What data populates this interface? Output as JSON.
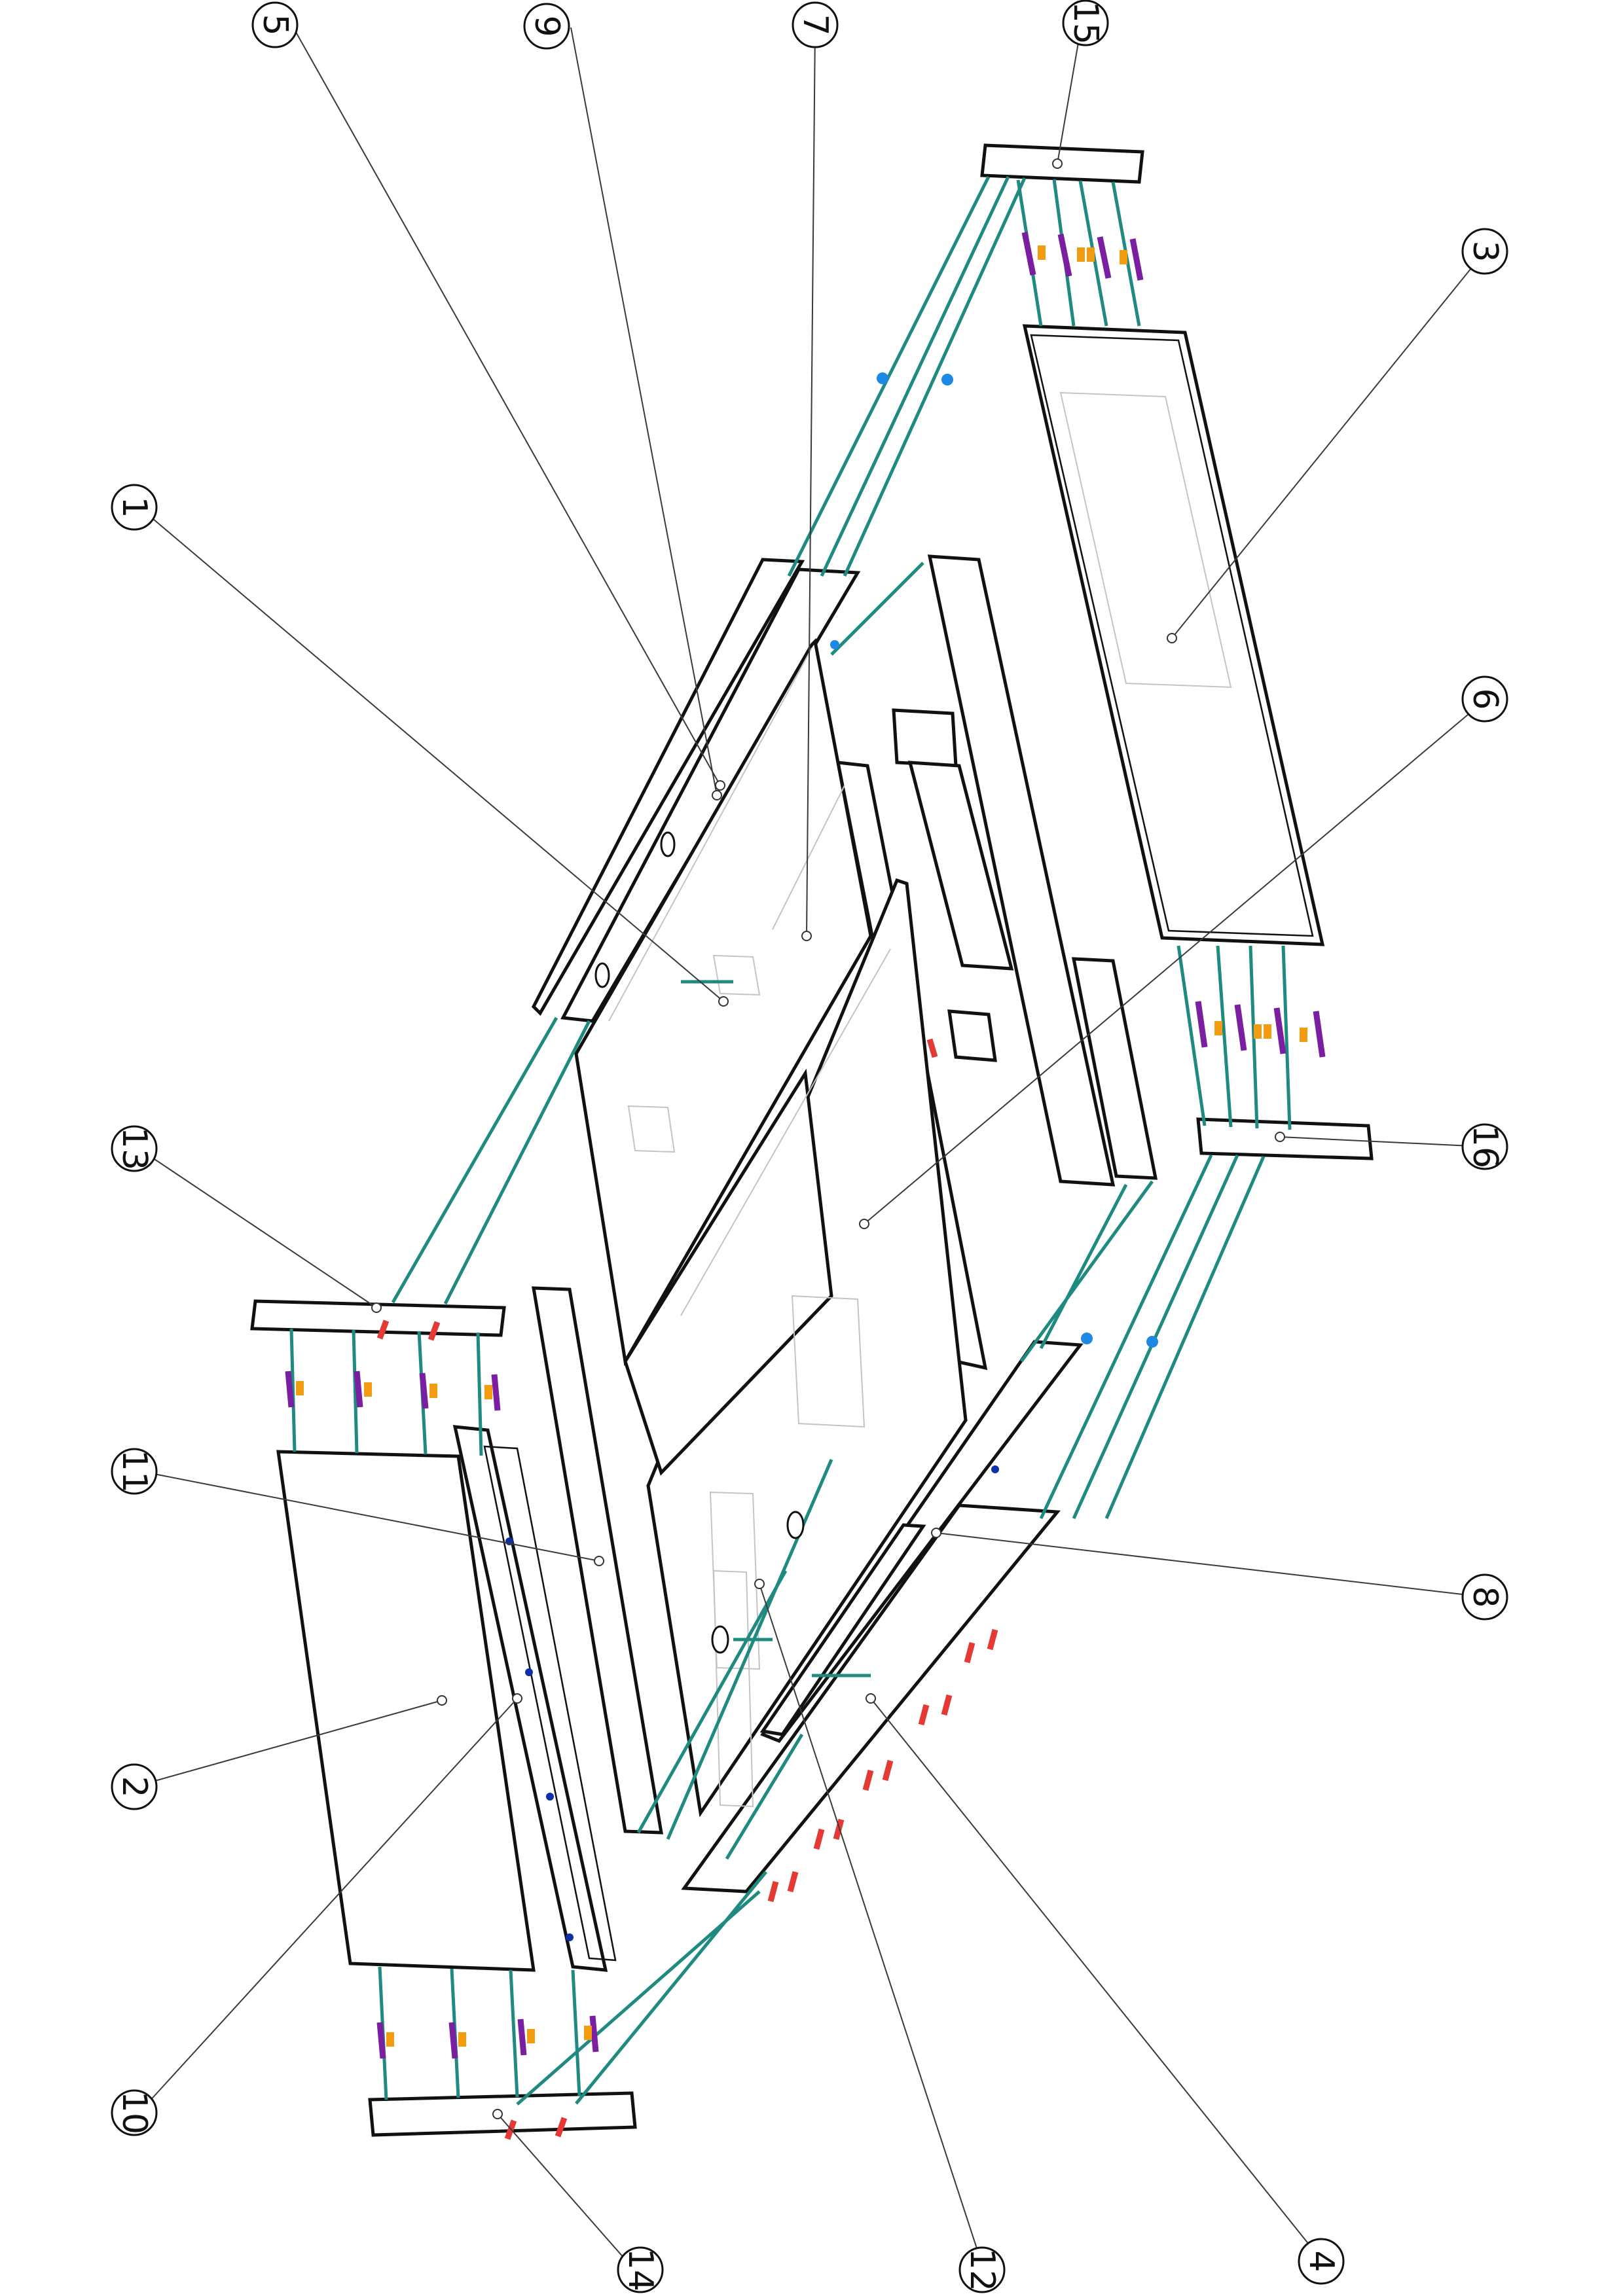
{
  "callouts": [
    {
      "id": "1",
      "label": "1"
    },
    {
      "id": "2",
      "label": "2"
    },
    {
      "id": "3",
      "label": "3"
    },
    {
      "id": "4",
      "label": "4"
    },
    {
      "id": "5",
      "label": "5"
    },
    {
      "id": "6",
      "label": "6"
    },
    {
      "id": "7",
      "label": "7"
    },
    {
      "id": "8",
      "label": "8"
    },
    {
      "id": "9",
      "label": "9"
    },
    {
      "id": "10",
      "label": "10"
    },
    {
      "id": "11",
      "label": "11"
    },
    {
      "id": "12",
      "label": "12"
    },
    {
      "id": "13",
      "label": "13"
    },
    {
      "id": "14",
      "label": "14"
    },
    {
      "id": "15",
      "label": "15"
    },
    {
      "id": "16",
      "label": "16"
    }
  ],
  "colors": {
    "outline": "#111111",
    "hidden_line": "#c4c4c4",
    "assembly_path": "#1f8a80",
    "dowel": "#7b1fa2",
    "cam_connector": "#f39c12",
    "screw": "#e53935",
    "bolt": "#1e88e5",
    "shelf_pin": "#0d2fa8"
  }
}
